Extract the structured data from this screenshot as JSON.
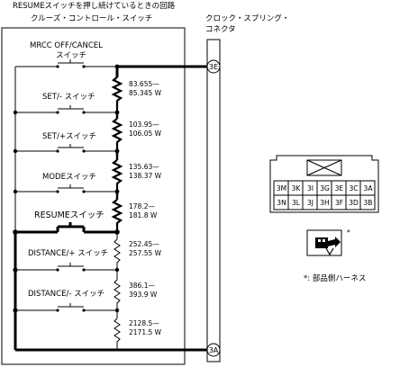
{
  "title": "RESUMEスイッチを押し続けているときの回路",
  "left_box_label": "クルーズ・コントロール・スイッチ",
  "right_box_label_1": "クロック・スプリング・",
  "right_box_label_2": "コネクタ",
  "switches": [
    {
      "label": "MRCC OFF/CANCEL"
    },
    {
      "label": "スイッチ"
    },
    {
      "label": "SET/- スイッチ"
    },
    {
      "label": "SET/+スイッチ"
    },
    {
      "label": "MODEスイッチ"
    },
    {
      "label": "RESUMEスイッチ"
    },
    {
      "label": "DISTANCE/+ スイッチ"
    },
    {
      "label": "DISTANCE/- スイッチ"
    }
  ],
  "resistors": [
    {
      "l1": "83.655—",
      "l2": "85.345 W"
    },
    {
      "l1": "103.95—",
      "l2": "106.05 W"
    },
    {
      "l1": "135.63—",
      "l2": "138.37 W"
    },
    {
      "l1": "178.2—",
      "l2": "181.8 W"
    },
    {
      "l1": "252.45—",
      "l2": "257.55 W"
    },
    {
      "l1": "386.1—",
      "l2": "393.9 W"
    },
    {
      "l1": "2128.5—",
      "l2": "2171.5 W"
    }
  ],
  "terminals": {
    "top": "3E",
    "bottom": "3A"
  },
  "connector": {
    "row1": [
      "3M",
      "3K",
      "3I",
      "3G",
      "3E",
      "3C",
      "3A"
    ],
    "row2": [
      "3N",
      "3L",
      "3J",
      "3H",
      "3F",
      "3D",
      "3B"
    ]
  },
  "harness_note": "*: 部品側ハーネス",
  "asterisk": "*"
}
